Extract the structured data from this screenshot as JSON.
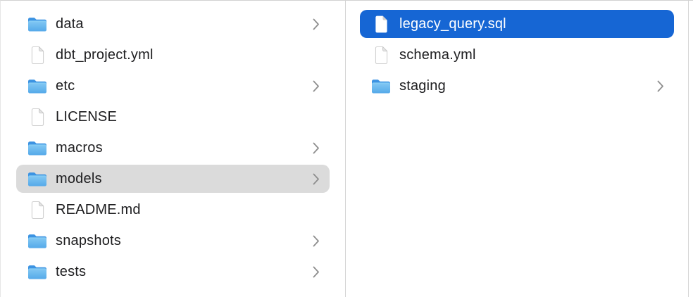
{
  "colors": {
    "selection_blue": "#1666d4",
    "selection_gray": "#dbdbdb",
    "folder_blue": "#5caeeb",
    "divider_gray": "#d5d5d5",
    "text": "#1d1d1f",
    "selected_text": "#ffffff",
    "chevron_gray": "#8e8e8e"
  },
  "columns": [
    {
      "name": "parent-directory-column",
      "items": [
        {
          "name": "data",
          "type": "folder",
          "has_children": true,
          "selected": false
        },
        {
          "name": "dbt_project.yml",
          "type": "file",
          "has_children": false,
          "selected": false
        },
        {
          "name": "etc",
          "type": "folder",
          "has_children": true,
          "selected": false
        },
        {
          "name": "LICENSE",
          "type": "file",
          "has_children": false,
          "selected": false
        },
        {
          "name": "macros",
          "type": "folder",
          "has_children": true,
          "selected": false
        },
        {
          "name": "models",
          "type": "folder",
          "has_children": true,
          "selected": true
        },
        {
          "name": "README.md",
          "type": "file",
          "has_children": false,
          "selected": false
        },
        {
          "name": "snapshots",
          "type": "folder",
          "has_children": true,
          "selected": false
        },
        {
          "name": "tests",
          "type": "folder",
          "has_children": true,
          "selected": false
        }
      ]
    },
    {
      "name": "models-directory-column",
      "items": [
        {
          "name": "legacy_query.sql",
          "type": "file",
          "has_children": false,
          "selected": true
        },
        {
          "name": "schema.yml",
          "type": "file",
          "has_children": false,
          "selected": false
        },
        {
          "name": "staging",
          "type": "folder",
          "has_children": true,
          "selected": false
        }
      ]
    }
  ]
}
